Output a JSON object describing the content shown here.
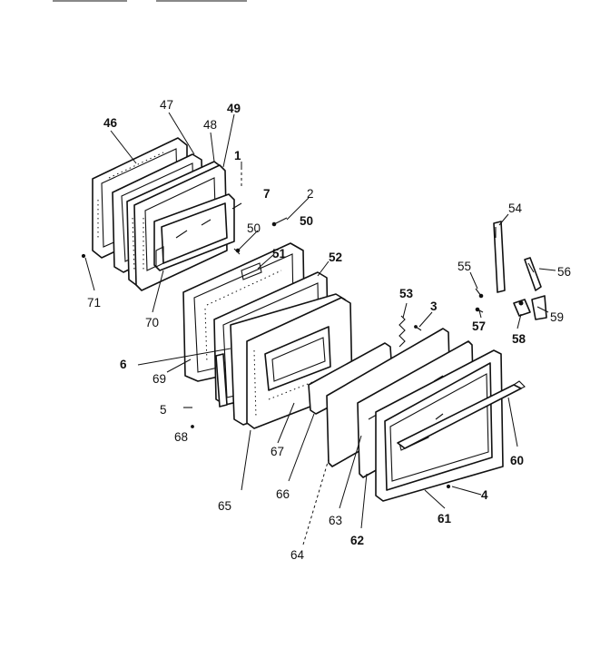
{
  "diagram": {
    "callouts": {
      "c1": "1",
      "c2": "2",
      "c3": "3",
      "c4": "4",
      "c5": "5",
      "c6": "6",
      "c7": "7",
      "c46": "46",
      "c47": "47",
      "c48": "48",
      "c49": "49",
      "c50a": "50",
      "c50b": "50",
      "c51": "51",
      "c52": "52",
      "c53": "53",
      "c54": "54",
      "c55": "55",
      "c56": "56",
      "c57": "57",
      "c58": "58",
      "c59": "59",
      "c60": "60",
      "c61": "61",
      "c62": "62",
      "c63": "63",
      "c64": "64",
      "c65": "65",
      "c66": "66",
      "c67": "67",
      "c68": "68",
      "c69": "69",
      "c70": "70",
      "c71": "71"
    }
  }
}
